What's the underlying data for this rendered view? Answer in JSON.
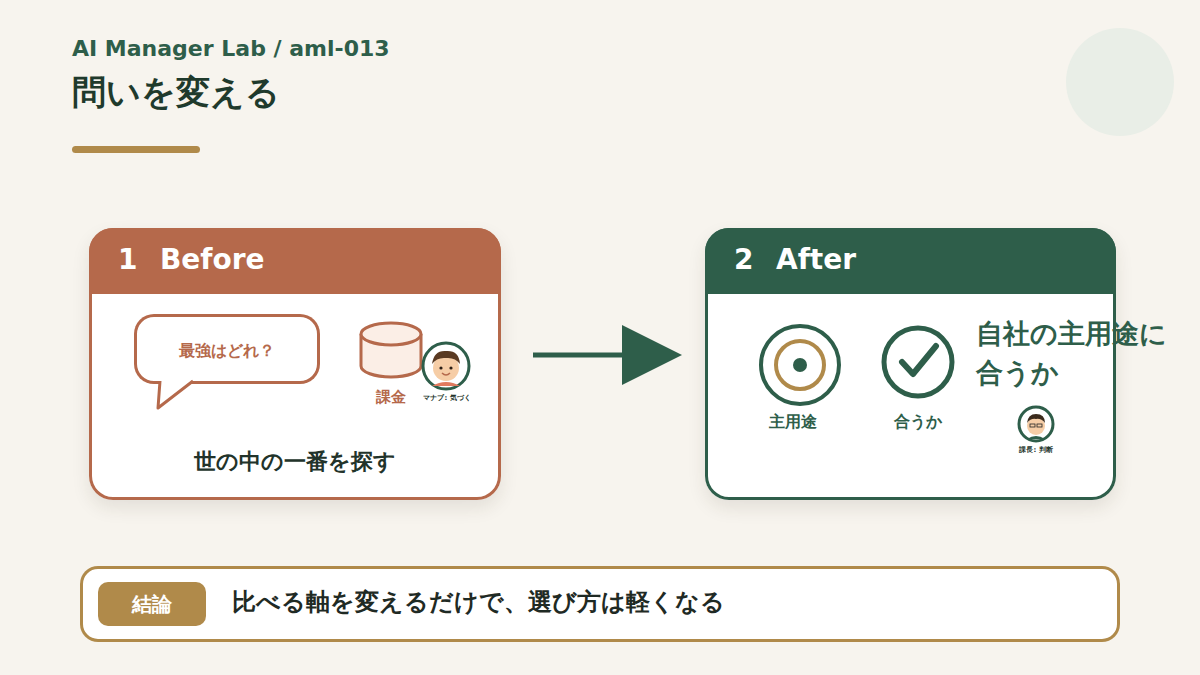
{
  "diagram": {
    "title": "問いを変える",
    "nodes": [
      {
        "text": [
          "1",
          "Before",
          "世の中の一番を探す"
        ]
      },
      {
        "text": [
          "最強はどれ？"
        ],
        "in": 0
      },
      {
        "text": [
          "¥",
          "課金"
        ],
        "in": 0
      },
      {
        "text": [
          "マナブ: 気づく"
        ],
        "in": 0
      },
      {
        "text": [
          "2",
          "After",
          "自社の主用途に 合うか"
        ]
      },
      {
        "text": [
          "主用途"
        ],
        "in": 4
      },
      {
        "text": [
          "合うか"
        ],
        "in": 4
      },
      {
        "text": [
          "課長: 判断"
        ],
        "in": 4
      },
      {
        "text": [
          "比べる軸を変えるだけで、選び方は軽くなる"
        ]
      },
      {
        "text": [
          "結論"
        ],
        "in": 8
      }
    ],
    "edges": [
      {
        "from": 0,
        "to": 4,
        "arrow": "to"
      }
    ],
    "labels": [
      "AI Manager Lab / aml-013"
    ]
  }
}
